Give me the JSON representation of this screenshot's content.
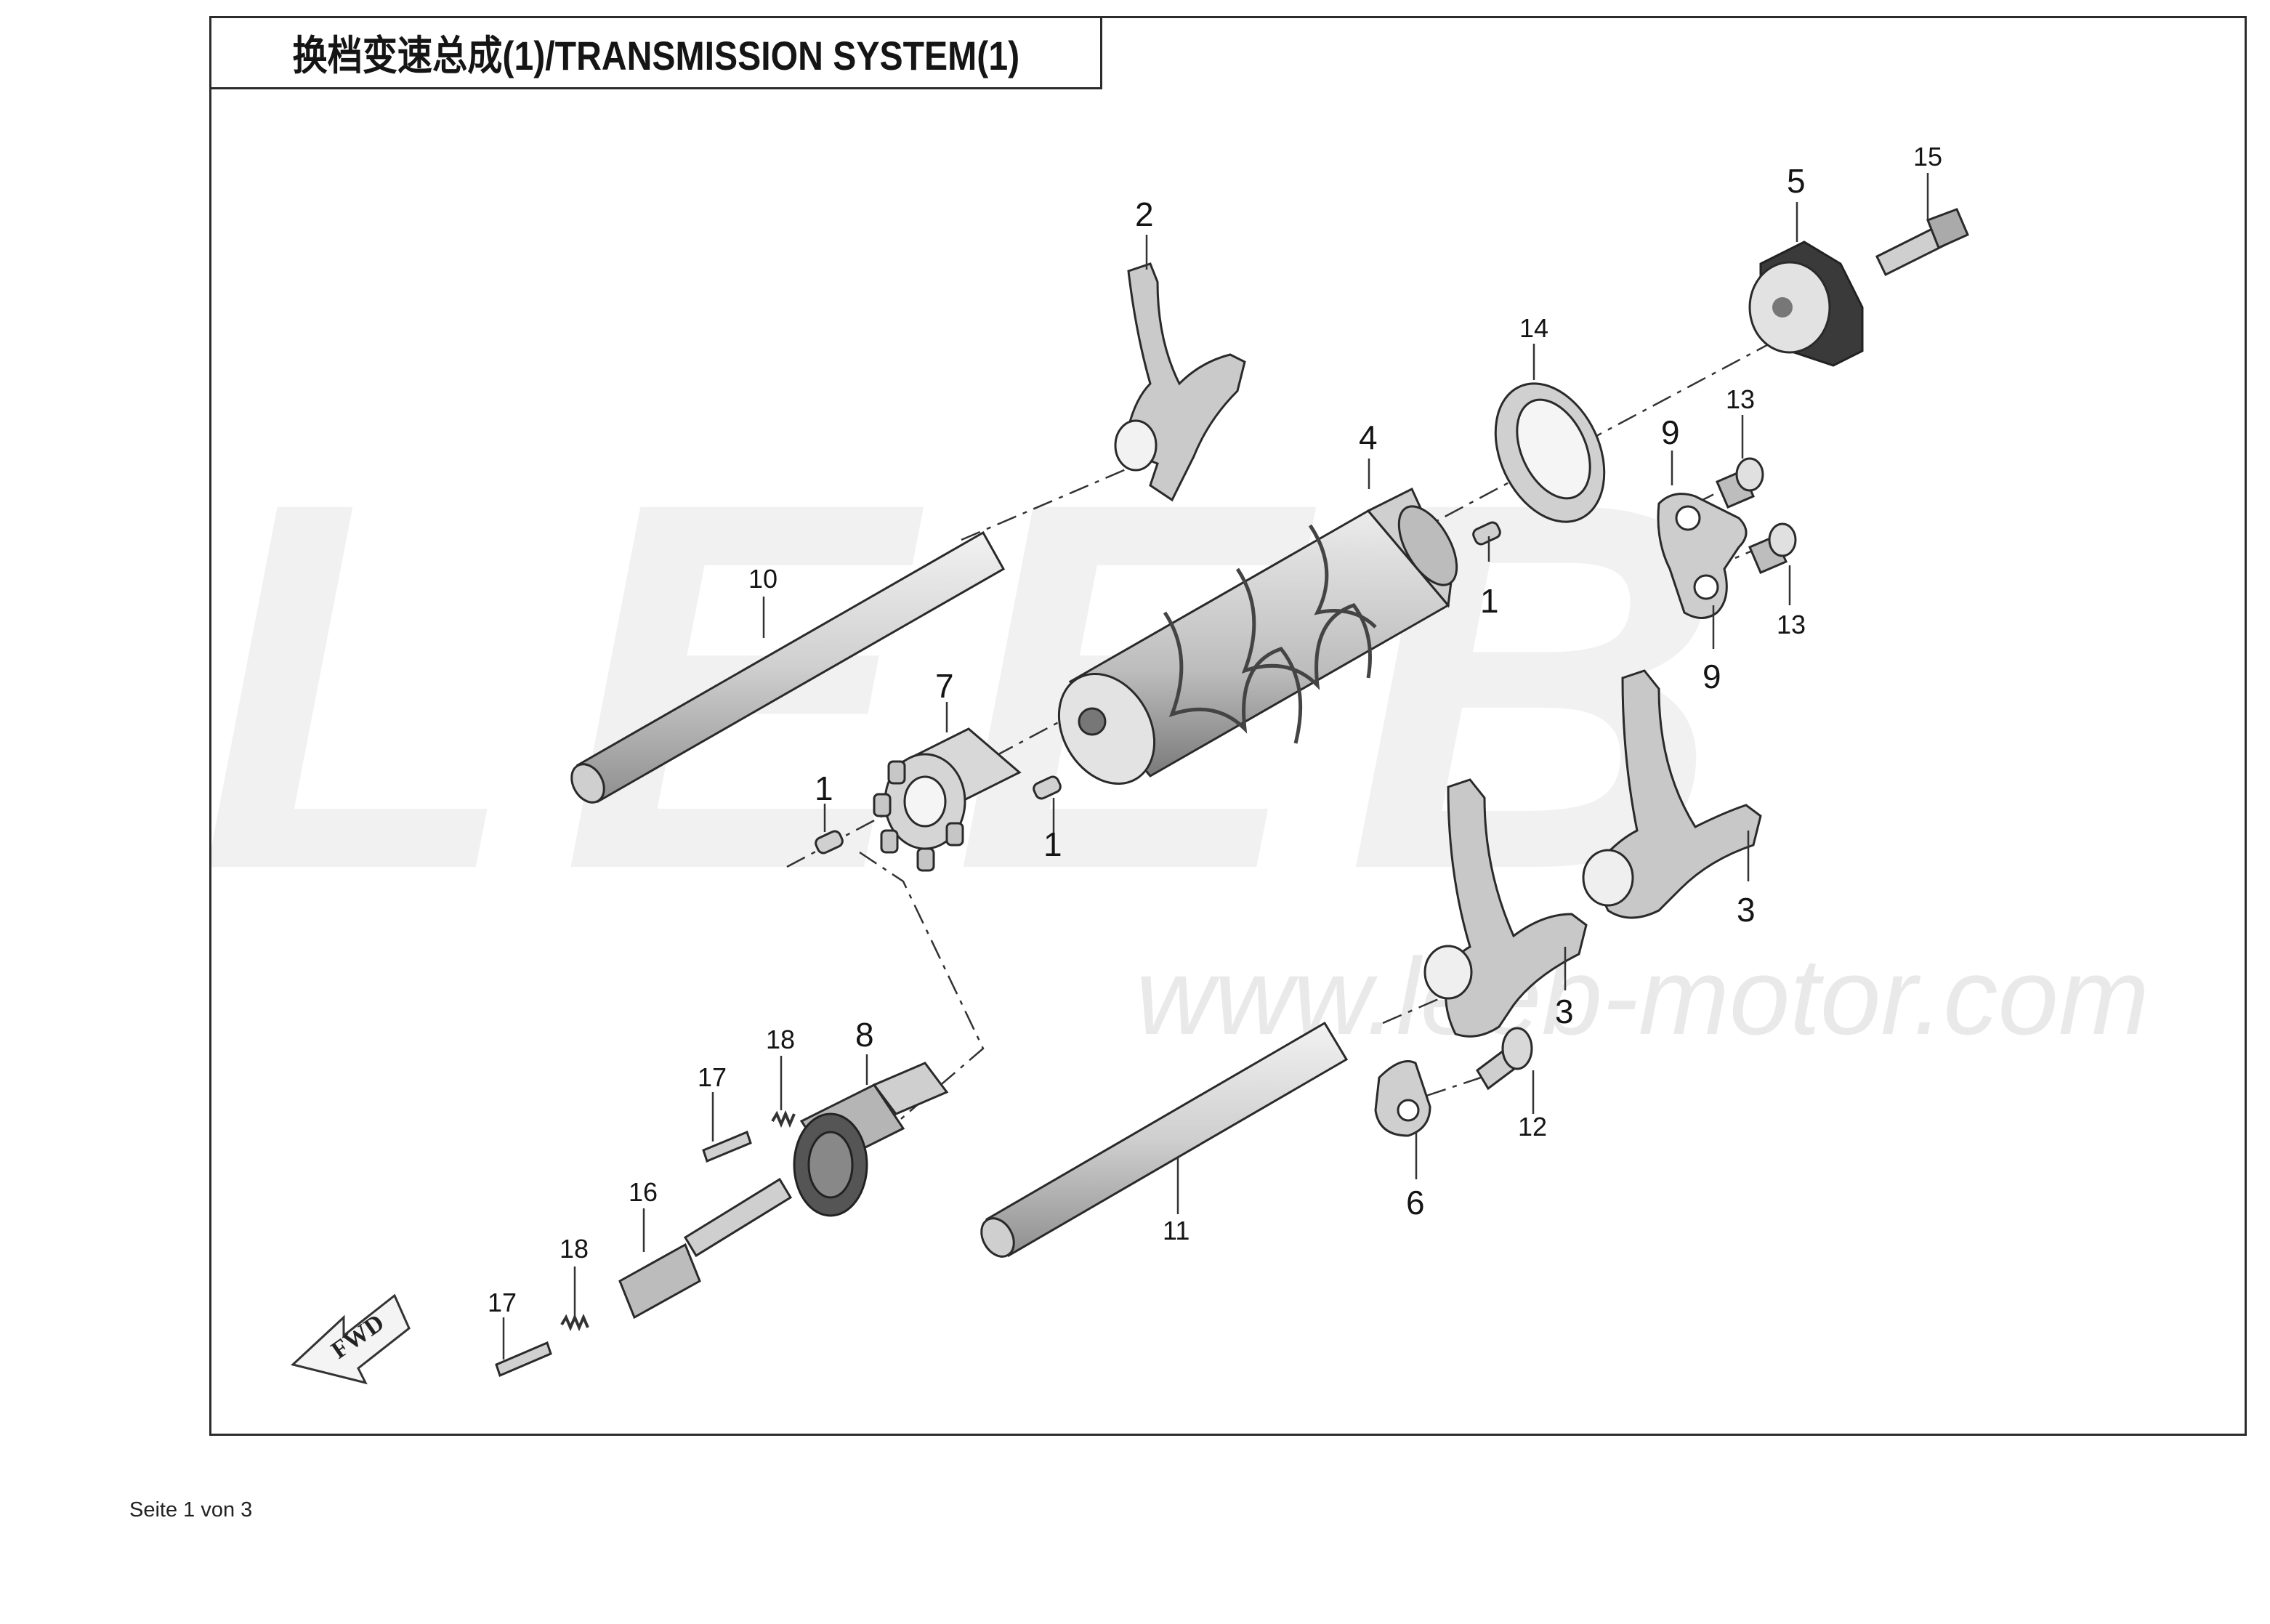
{
  "title": "换档变速总成(1)/TRANSMISSION  SYSTEM(1)",
  "watermark": {
    "logo_text": "LEEB",
    "website": "www.leeb-motor.com"
  },
  "fwd_label": "FWD",
  "callouts": {
    "c1a": "1",
    "c1b": "1",
    "c1c": "1",
    "c2": "2",
    "c3a": "3",
    "c3b": "3",
    "c4": "4",
    "c5": "5",
    "c6": "6",
    "c7": "7",
    "c8": "8",
    "c9a": "9",
    "c9b": "9",
    "c10": "10",
    "c11": "11",
    "c12": "12",
    "c13a": "13",
    "c13b": "13",
    "c14": "14",
    "c15": "15",
    "c16": "16",
    "c17a": "17",
    "c17b": "17",
    "c18a": "18",
    "c18b": "18"
  },
  "footer": "Seite 1 von 3",
  "colors": {
    "frame": "#2b2b2b",
    "part_fill": "#d6d6d6",
    "part_dark": "#9a9a9a",
    "watermark": "#f1f1f1"
  }
}
